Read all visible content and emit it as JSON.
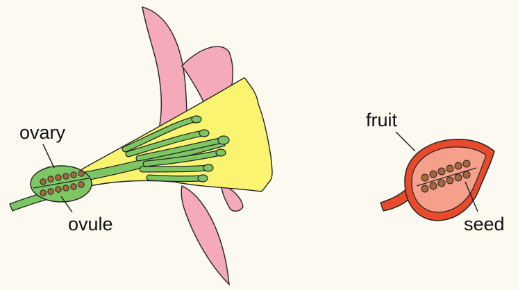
{
  "labels": {
    "ovary": "ovary",
    "ovule": "ovule",
    "fruit": "fruit",
    "seed": "seed"
  },
  "colors": {
    "background": "#fcf9f1",
    "petal": "#f4aab8",
    "corolla": "#fbf470",
    "stem": "#7cc763",
    "ovary": "#7cc763",
    "fruit_skin": "#e84a2c",
    "fruit_flesh": "#f5a08a",
    "seed": "#a8663e",
    "outline": "#222222"
  }
}
